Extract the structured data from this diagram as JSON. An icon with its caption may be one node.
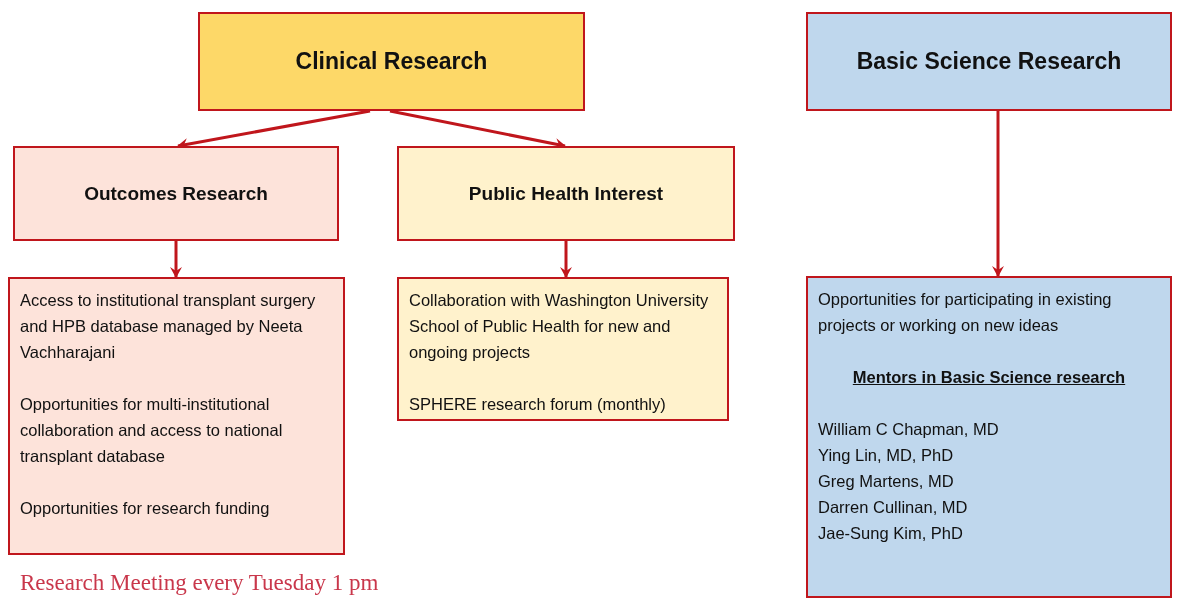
{
  "diagram": {
    "nodes": [
      {
        "text": [
          "Clinical Research"
        ]
      },
      {
        "text": [
          "Outcomes Research"
        ]
      },
      {
        "text": [
          "Public Health Interest"
        ]
      },
      {
        "text": [
          "Access to institutional transplant surgery and HPB database managed by Neeta Vachharajani",
          "Opportunities for multi-institutional collaboration and access to national transplant database",
          "Opportunities for research funding"
        ]
      },
      {
        "text": [
          "Collaboration with Washington University School of Public Health for new and ongoing projects",
          "SPHERE research forum (monthly)"
        ]
      },
      {
        "text": [
          "Basic Science Research"
        ]
      },
      {
        "text": [
          "Opportunities for participating in existing projects or working on new ideas",
          "Mentors in Basic Science research",
          "William C Chapman, MD",
          "Ying Lin, MD, PhD",
          "Greg Martens, MD",
          "Darren Cullinan, MD",
          "Jae-Sung Kim, PhD"
        ]
      }
    ],
    "edges": [
      {
        "from": 0,
        "to": 1,
        "arrow": "to"
      },
      {
        "from": 0,
        "to": 2,
        "arrow": "to"
      },
      {
        "from": 1,
        "to": 3,
        "arrow": "to"
      },
      {
        "from": 2,
        "to": 4,
        "arrow": "to"
      },
      {
        "from": 5,
        "to": 6,
        "arrow": "to"
      }
    ],
    "labels": [
      "Research Meeting every Tuesday 1 pm"
    ]
  }
}
